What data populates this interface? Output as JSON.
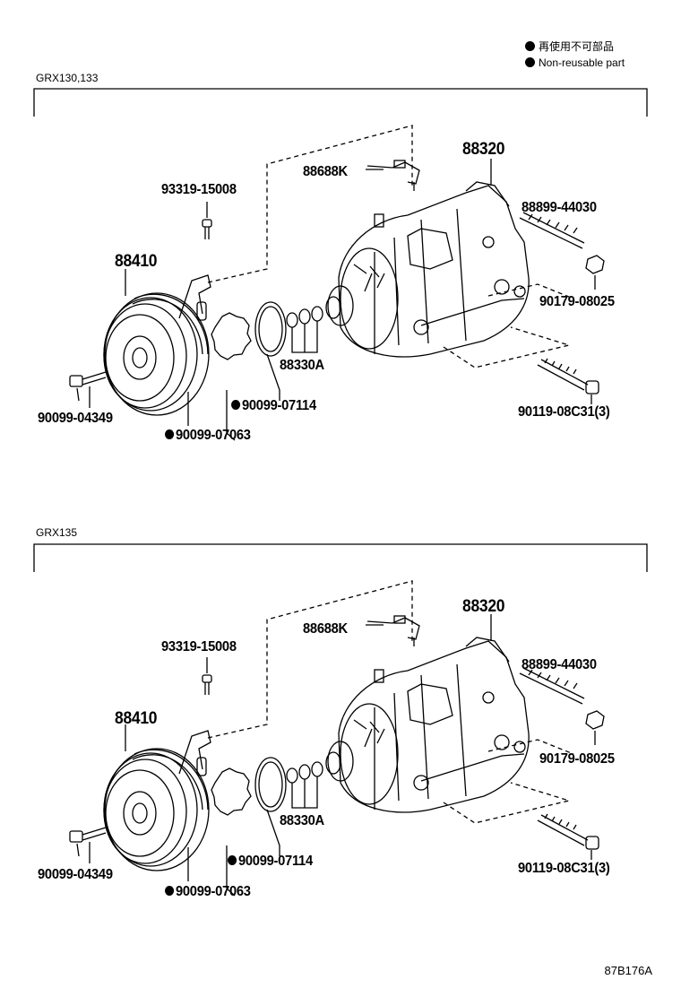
{
  "legend": {
    "line1": "再使用不可部品",
    "line2": "Non-reusable part"
  },
  "figure_id": "87B176A",
  "panels": [
    {
      "variant": "GRX130,133",
      "labels": {
        "compressor": "88320",
        "bracket": "88688K",
        "screw": "93319-15008",
        "clutch": "88410",
        "stud": "88899-44030",
        "nut": "90179-08025",
        "shims": "88330A",
        "snapring": "90099-07114",
        "washer": "90099-07063",
        "bolt_small": "90099-04349",
        "bolt_long": "90119-08C31(3)"
      }
    },
    {
      "variant": "GRX135",
      "labels": {
        "compressor": "88320",
        "bracket": "88688K",
        "screw": "93319-15008",
        "clutch": "88410",
        "stud": "88899-44030",
        "nut": "90179-08025",
        "shims": "88330A",
        "snapring": "90099-07114",
        "washer": "90099-07063",
        "bolt_small": "90099-04349",
        "bolt_long": "90119-08C31(3)"
      }
    }
  ]
}
